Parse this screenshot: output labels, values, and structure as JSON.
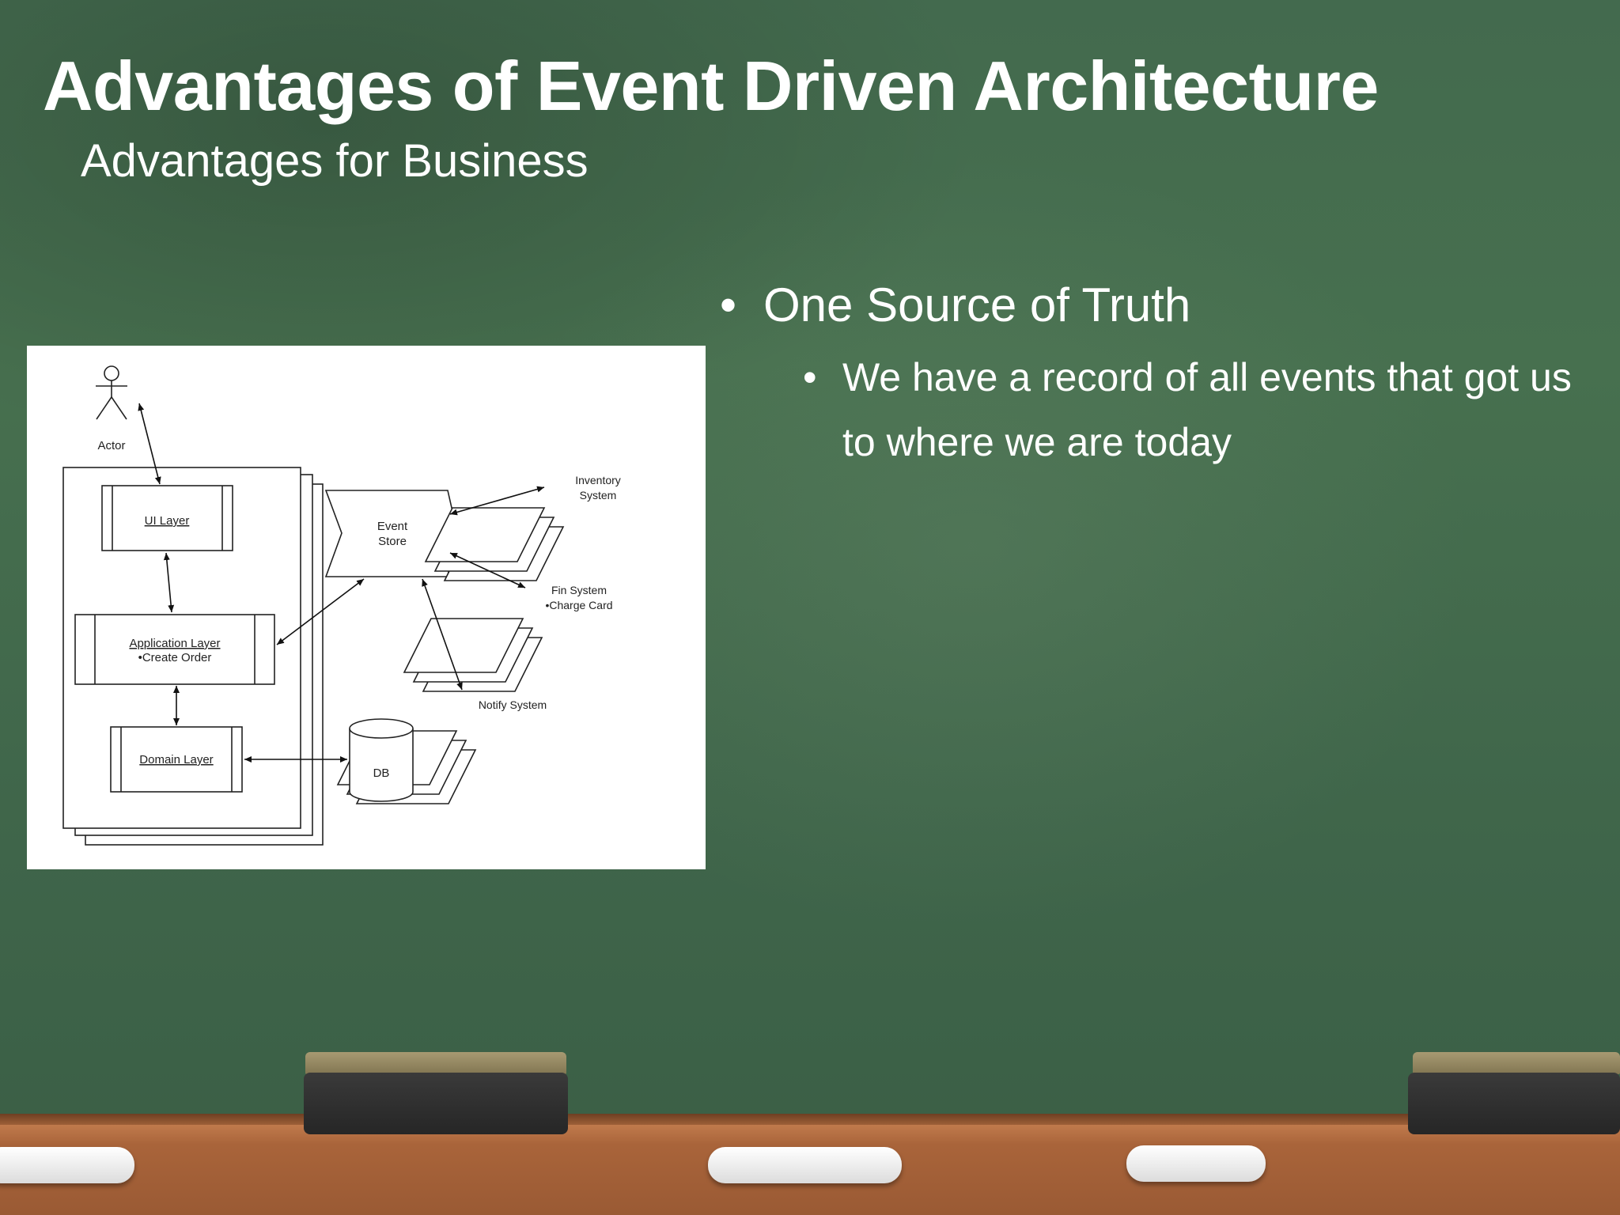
{
  "slide": {
    "title": "Advantages of Event Driven Architecture",
    "subtitle": "Advantages for Business"
  },
  "bullets": {
    "level1": "One Source of Truth",
    "level2": "We have a record of all events that got us to where we are today"
  },
  "diagram": {
    "actor": "Actor",
    "ui_layer": "UI Layer",
    "application_layer": "Application Layer",
    "application_item": "•Create Order",
    "domain_layer": "Domain Layer",
    "event_store_line1": "Event",
    "event_store_line2": "Store",
    "inventory_line1": "Inventory",
    "inventory_line2": "System",
    "fin_line1": "Fin System",
    "fin_line2": "•Charge Card",
    "notify": "Notify System",
    "db": "DB"
  },
  "colors": {
    "board": "#436a4e",
    "text": "#ffffff",
    "tray": "#a9643a"
  }
}
